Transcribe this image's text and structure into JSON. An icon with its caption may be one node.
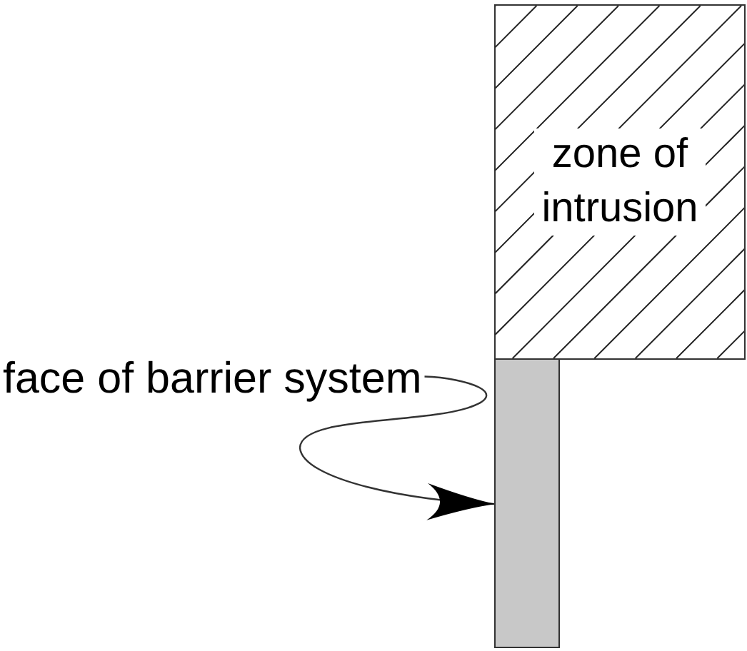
{
  "diagram": {
    "nodes": [
      {
        "text": [
          "zone of intrusion"
        ]
      },
      {
        "text": [
          "face of barrier system"
        ]
      },
      {
        "text": [],
        "shape": "bar"
      }
    ],
    "edges": [
      {
        "from": 1,
        "to": 2,
        "arrow": "to"
      }
    ]
  }
}
